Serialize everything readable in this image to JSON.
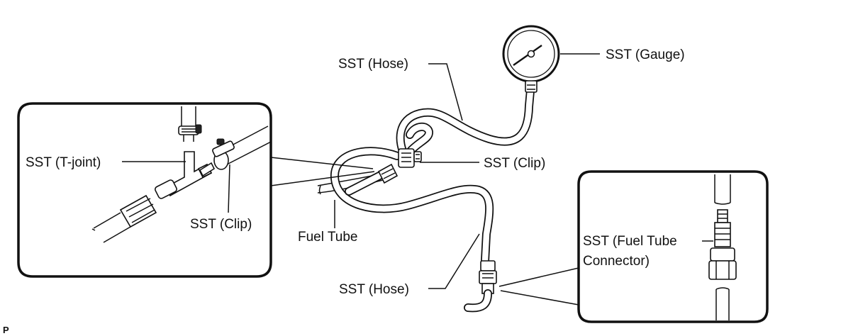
{
  "labels": {
    "hose_top": "SST (Hose)",
    "gauge": "SST (Gauge)",
    "t_joint": "SST (T-joint)",
    "clip_inset": "SST (Clip)",
    "clip_main": "SST (Clip)",
    "fuel_tube": "Fuel Tube",
    "hose_bottom": "SST (Hose)",
    "fuel_tube_connector_line1": "SST (Fuel Tube",
    "fuel_tube_connector_line2": "Connector)"
  },
  "corner_mark": "P"
}
